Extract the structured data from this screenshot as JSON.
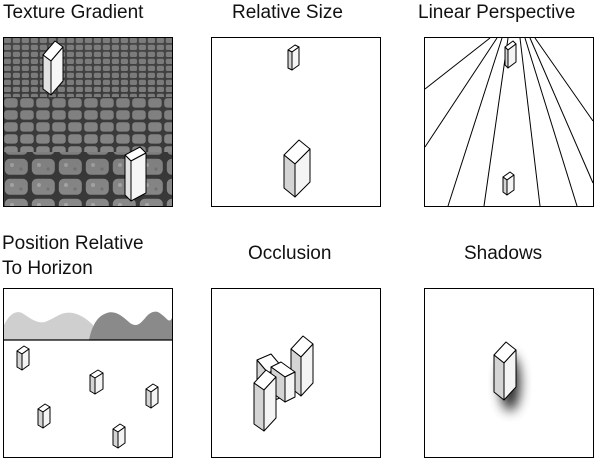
{
  "panels": [
    {
      "id": "texture-gradient",
      "title": "Texture Gradient"
    },
    {
      "id": "relative-size",
      "title": "Relative Size"
    },
    {
      "id": "linear-perspective",
      "title": "Linear Perspective"
    },
    {
      "id": "position-relative-to-horizon",
      "title_line1": "Position Relative",
      "title_line2": "To Horizon"
    },
    {
      "id": "occlusion",
      "title": "Occlusion"
    },
    {
      "id": "shadows",
      "title": "Shadows"
    }
  ],
  "colors": {
    "frame": "#000000",
    "block_front": "#f4f4f4",
    "block_side": "#d4d4d4",
    "block_top": "#ffffff",
    "far_hill": "#cfcfcf",
    "near_hill": "#8a8a8a",
    "cobble_dark": "#3d3d3d",
    "cobble_stone": "#8f8f8f"
  }
}
